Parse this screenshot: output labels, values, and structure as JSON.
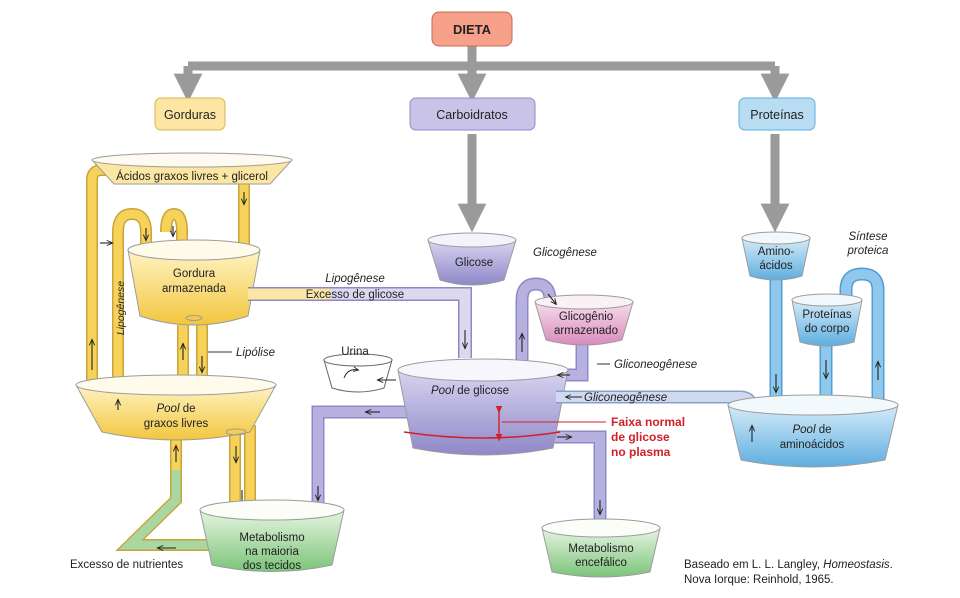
{
  "title": "DIETA",
  "sources": {
    "fat": "Gorduras",
    "carb": "Carboidratos",
    "protein": "Proteínas"
  },
  "fat": {
    "free_fa": "Ácidos graxos livres + glicerol",
    "stored_1": "Gordura",
    "stored_2": "armazenada",
    "lipogenesis": "Lipogênese",
    "lipolysis": "Lipólise",
    "pool_1": "Pool",
    "pool_2": " de",
    "pool_3": "graxos livres"
  },
  "carb": {
    "glucose": "Glicose",
    "glycogenesis": "Glicogênese",
    "glycogen_1": "Glicogênio",
    "glycogen_2": "armazenado",
    "lipogenesis": "Lipogênese",
    "excess_glucose": "Excesso de glicose",
    "urine": "Urina",
    "gluconeo_1": "Gliconeogênese",
    "gluconeo_2": "Gliconeogênese",
    "pool_1": "Pool",
    "pool_2": " de glicose",
    "normal_1": "Faixa normal",
    "normal_2": "de glicose",
    "normal_3": "no plasma",
    "brain_1": "Metabolismo",
    "brain_2": "encefálico"
  },
  "protein": {
    "amino_1": "Amino-",
    "amino_2": "ácidos",
    "synth_1": "Síntese",
    "synth_2": "proteica",
    "body_1": "Proteínas",
    "body_2": "do corpo",
    "pool_1": "Pool",
    "pool_2": " de",
    "pool_3": "aminoácidos"
  },
  "tissue": {
    "t1": "Metabolismo",
    "t2": "na maioria",
    "t3": "dos tecidos",
    "excess": "Excesso de nutrientes"
  },
  "citation": {
    "line1_a": "Baseado em L. L. Langley, ",
    "line1_b": "Homeostasis",
    "line1_c": ".",
    "line2": "Nova Iorque: Reinhold, 1965."
  },
  "colors": {
    "fat": "#f6d25a",
    "fat_pale": "#fbeeb7",
    "carb": "#a9a3d6",
    "carb_pale": "#dcd9ef",
    "protein": "#7bbde6",
    "protein_pale": "#cfe6f5",
    "tissue": "#9fd49a",
    "glycogen": "#e3a6cc",
    "dieta_box": "#f7a08a",
    "arrow_gray": "#9a9a9a",
    "red": "#d0212b"
  }
}
